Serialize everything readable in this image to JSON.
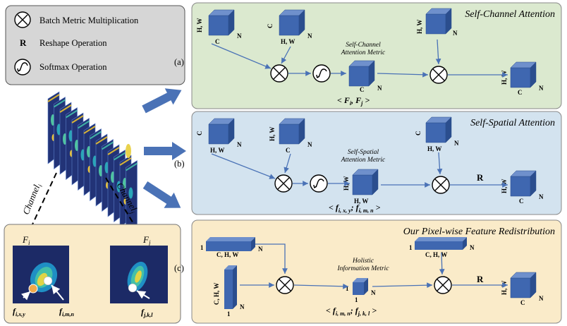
{
  "legend": {
    "items": [
      {
        "symbol": "⊗",
        "label": "Batch Metric Multiplication"
      },
      {
        "symbol": "R",
        "label": "Reshape Operation"
      },
      {
        "symbol": "softmax",
        "label": "Softmax Operation"
      }
    ]
  },
  "left": {
    "channel_i": "Channel",
    "channel_i_sub": "i",
    "channel_j": "Channel",
    "channel_j_sub": "j",
    "fi": "F",
    "fi_sub": "i",
    "fj": "F",
    "fj_sub": "j",
    "f_ixy": "f",
    "f_ixy_sub": "i,x,y",
    "f_imn": "f",
    "f_imn_sub": "i,m,n",
    "f_jkl": "f",
    "f_jkl_sub": "j,k,l"
  },
  "panel_a": {
    "tag": "(a)",
    "title": "Self-Channel Attention",
    "metric_line1": "Self-Channel",
    "metric_line2": "Attention Metric",
    "formula": "< F",
    "formula_sub1": "i",
    "formula_mid": ", F",
    "formula_sub2": "j",
    "formula_end": " >",
    "dim_HW": "H, W",
    "dim_C": "C",
    "dim_N": "N"
  },
  "panel_b": {
    "tag": "(b)",
    "title": "Self-Spatial Attention",
    "metric_line1": "Self-Spatial",
    "metric_line2": "Attention Metric",
    "formula": "< f",
    "formula_sub1": "i, x, y",
    "formula_mid": "; f",
    "formula_sub2": "i, m, n",
    "formula_end": " >",
    "r_label": "R",
    "dim_HW": "H, W",
    "dim_C": "C",
    "dim_N": "N"
  },
  "panel_c": {
    "tag": "(c)",
    "title": "Our Pixel-wise Feature Redistribution",
    "metric_line1": "Holistic",
    "metric_line2": "Information Metric",
    "formula": "< f",
    "formula_sub1": "i, m, n",
    "formula_mid": "; f",
    "formula_sub2": "j, k, l",
    "formula_end": " >",
    "r_label": "R",
    "dim_CHW": "C, H, W",
    "dim_one": "1",
    "dim_N": "N",
    "dim_HW": "H, W",
    "dim_C": "C"
  },
  "colors": {
    "panel_a_bg": "#dbe9cf",
    "panel_b_bg": "#d3e3ef",
    "panel_c_bg": "#faebc9",
    "legend_bg": "#d6d6d6",
    "cube_front": "#3f67b0",
    "cube_top": "#6f90cc",
    "cube_side": "#2b4e8e",
    "arrow": "#4a72b6"
  }
}
